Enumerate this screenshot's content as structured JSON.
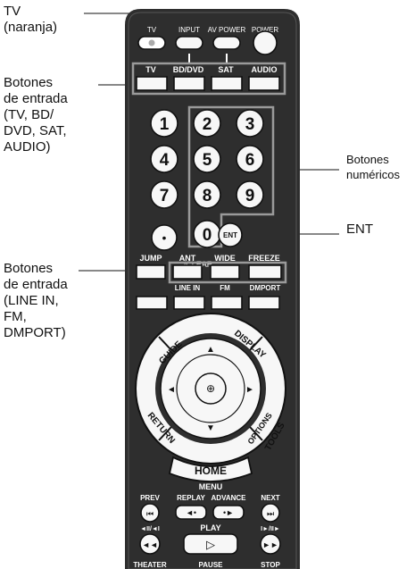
{
  "callouts": {
    "tv": "TV\n(naranja)",
    "input_buttons_1": "Botones\nde entrada\n(TV, BD/\nDVD, SAT,\nAUDIO)",
    "numeric": "Botones\nnuméricos",
    "ent": "ENT",
    "input_buttons_2": "Botones\nde entrada\n(LINE IN,\nFM,\nDMPORT)"
  },
  "remote": {
    "top_row": [
      "TV",
      "INPUT",
      "AV POWER",
      "POWER"
    ],
    "input_row": [
      "TV",
      "BD/DVD",
      "SAT",
      "AUDIO"
    ],
    "digits": [
      "1",
      "2",
      "3",
      "4",
      "5",
      "6",
      "7",
      "8",
      "9",
      "0"
    ],
    "dot_label": "•",
    "clear": "/CLEAR",
    "ent": "ENT",
    "mid_row_top": [
      "JUMP",
      "ANT",
      "WIDE",
      "FREEZE"
    ],
    "mid_row_bottom": [
      "LINE IN",
      "FM",
      "DMPORT"
    ],
    "ring": [
      "GUIDE",
      "DISPLAY",
      "RETURN",
      "OPTIONS",
      "TOOLS"
    ],
    "home": "HOME",
    "menu": "MENU",
    "transport_top": [
      "PREV",
      "REPLAY",
      "ADVANCE",
      "NEXT"
    ],
    "transport_bottom": [
      "◄II/◄I",
      "PLAY",
      "I►/II►"
    ],
    "bottom_labels": [
      "THEATER",
      "PAUSE",
      "STOP"
    ]
  },
  "colors": {
    "body": "#2e2e2e",
    "button": "#f7f7f7",
    "callout_box": "#9a9a9a"
  }
}
